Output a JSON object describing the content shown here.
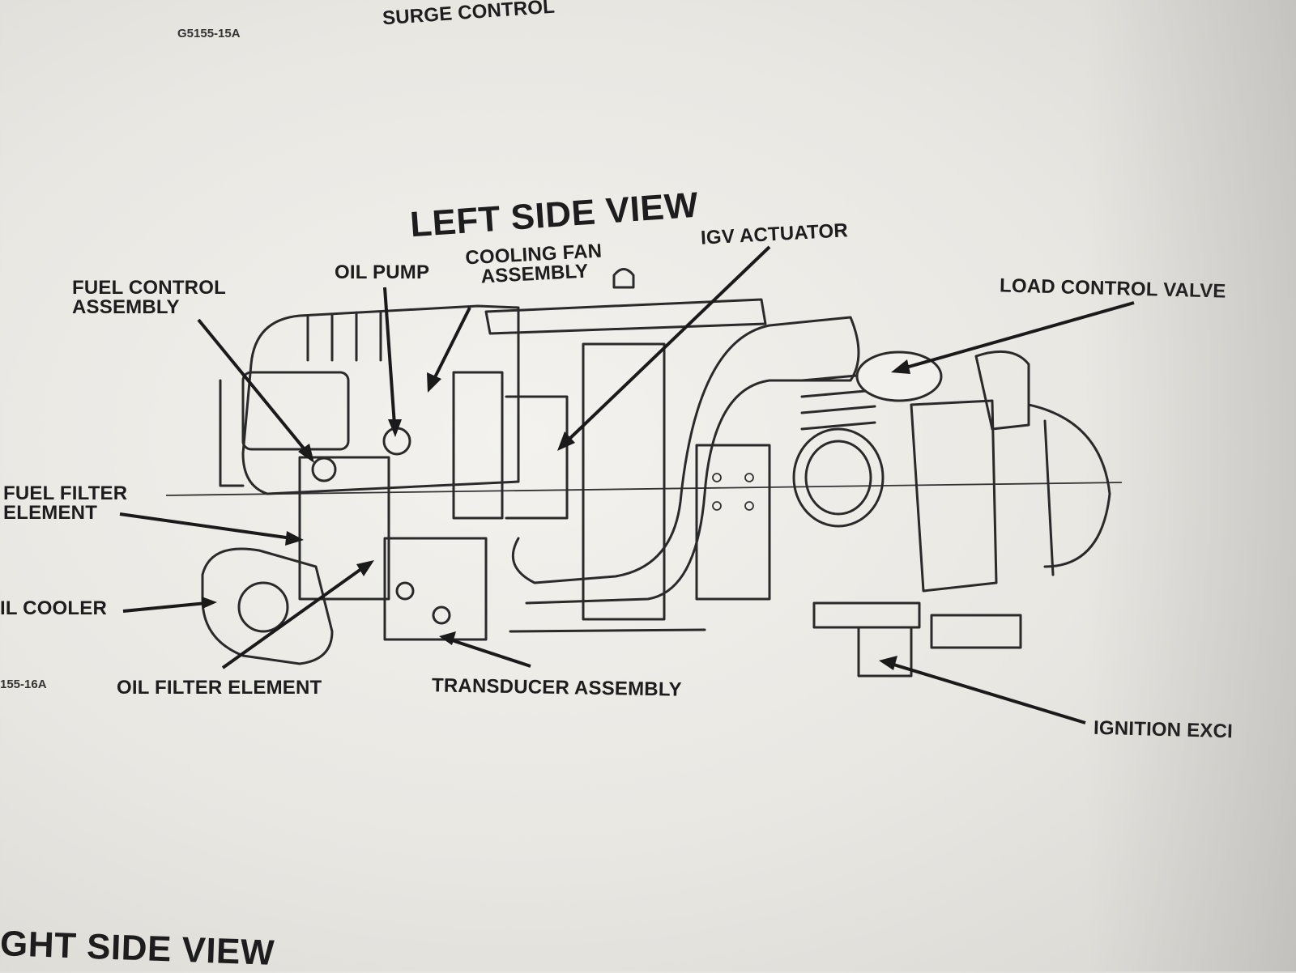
{
  "figure_ids": {
    "top": "G5155-15A",
    "left": "155-16A"
  },
  "header_cut": "SURGE CONTROL",
  "title": "LEFT SIDE VIEW",
  "bottom_title_cut": "GHT SIDE VIEW",
  "callouts": {
    "fuel_control": [
      "FUEL CONTROL",
      "ASSEMBLY"
    ],
    "oil_pump": "OIL PUMP",
    "cooling_fan": [
      "COOLING FAN",
      "ASSEMBLY"
    ],
    "igv_actuator": "IGV ACTUATOR",
    "load_control_valve": "LOAD CONTROL VALVE",
    "fuel_filter": [
      "FUEL FILTER",
      "ELEMENT"
    ],
    "oil_cooler": "IL COOLER",
    "oil_filter": "OIL FILTER ELEMENT",
    "transducer": "TRANSDUCER ASSEMBLY",
    "ignition": "IGNITION EXCI"
  },
  "colors": {
    "paper": "#efeee9",
    "ink": "#1d1d1d"
  }
}
